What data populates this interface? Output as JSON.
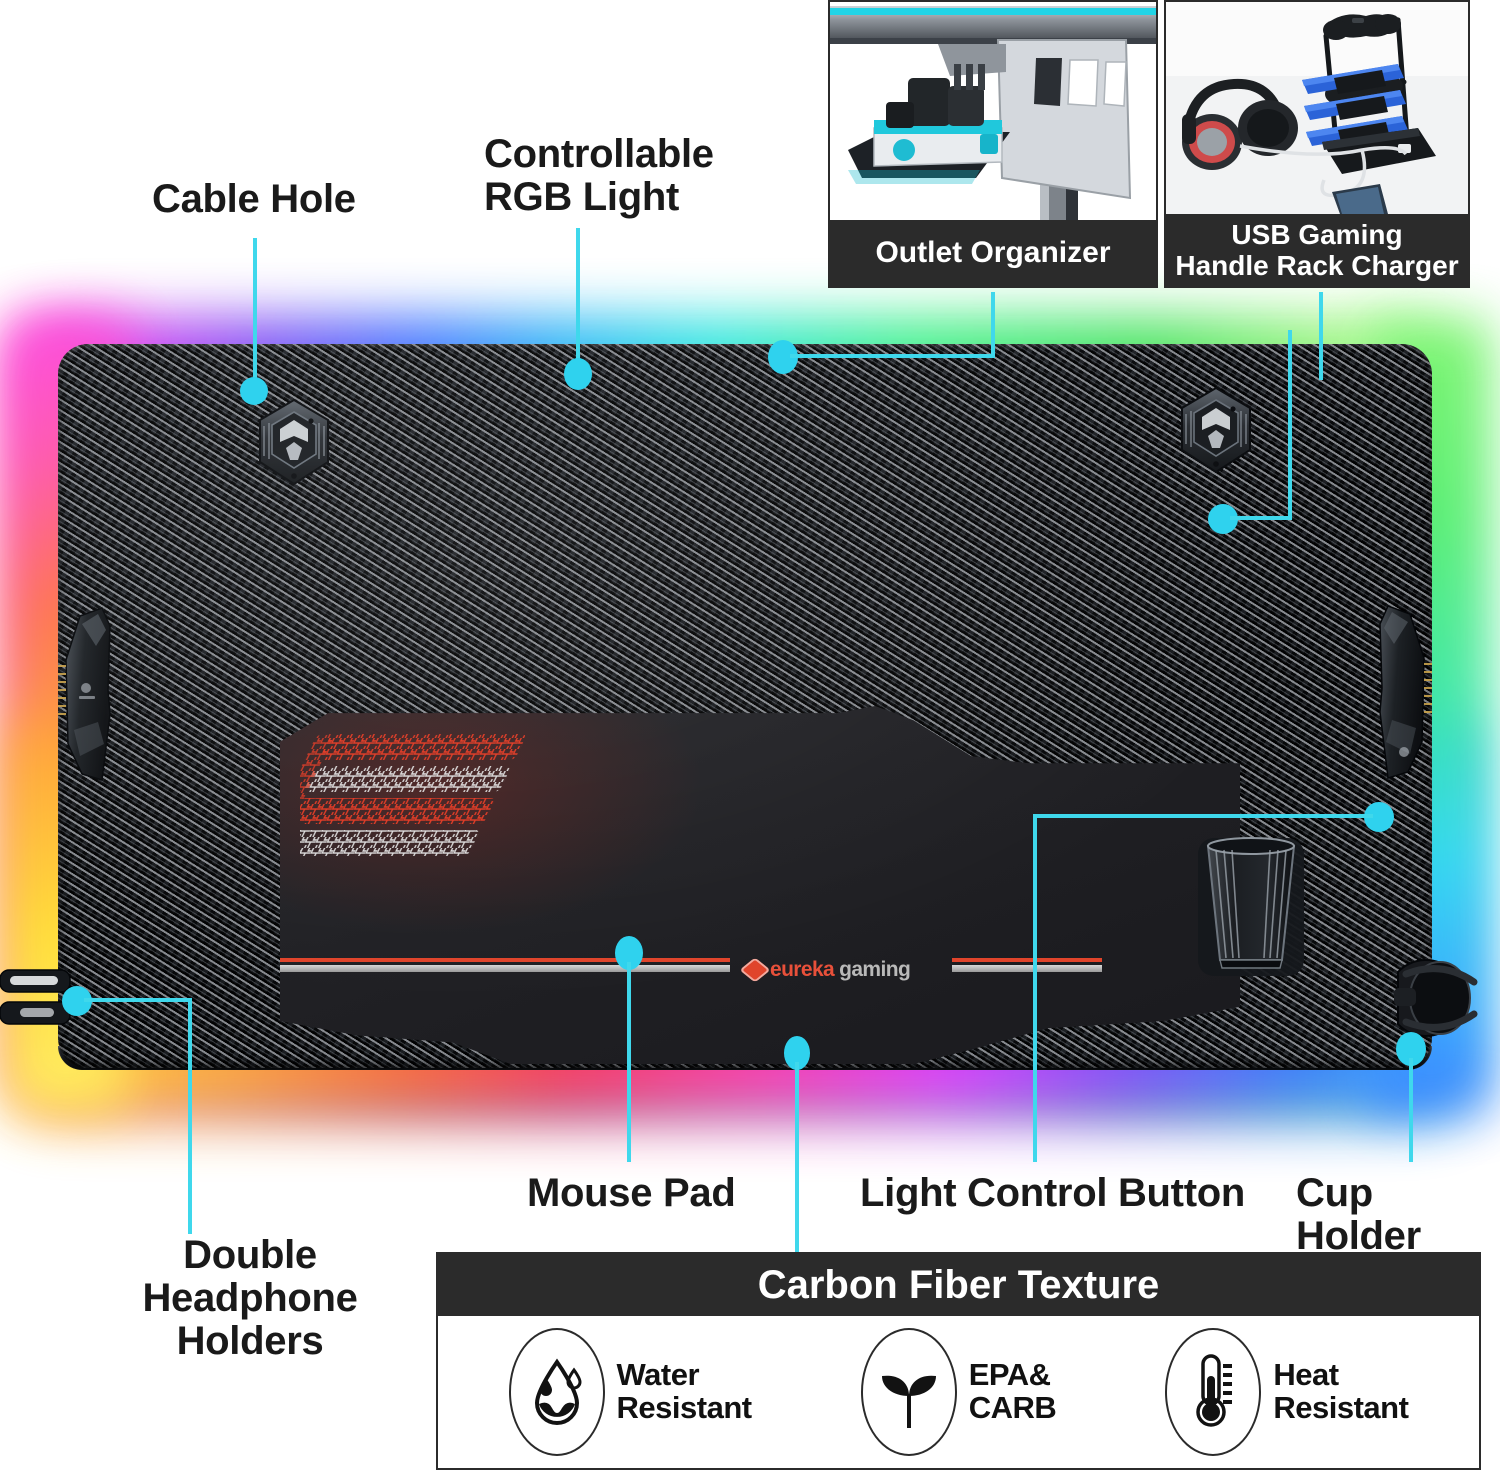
{
  "product": {
    "brand_logo": {
      "eureka": "eureka",
      "gaming": "gaming"
    }
  },
  "callouts": [
    {
      "id": "cable-hole",
      "label": "Cable Hole"
    },
    {
      "id": "controllable-rgb",
      "label": "Controllable\nRGB  Light"
    },
    {
      "id": "double-headphone",
      "label": "Double\nHeadphone Holders"
    },
    {
      "id": "mouse-pad",
      "label": "Mouse Pad"
    },
    {
      "id": "light-control",
      "label": "Light Control Button"
    },
    {
      "id": "cup-holder",
      "label": "Cup Holder"
    }
  ],
  "insets": [
    {
      "id": "outlet-organizer",
      "caption": "Outlet Organizer"
    },
    {
      "id": "usb-charger",
      "caption": "USB Gaming\nHandle Rack Charger"
    }
  ],
  "feature_panel": {
    "title": "Carbon  Fiber Texture",
    "items": [
      {
        "id": "water-resistant",
        "icon": "water-drop-icon",
        "label": "Water\nResistant"
      },
      {
        "id": "epa-carb",
        "icon": "leaf-sprout-icon",
        "label": "EPA&\nCARB"
      },
      {
        "id": "heat-resistant",
        "icon": "thermometer-icon",
        "label": "Heat\nResistant"
      }
    ]
  },
  "colors": {
    "callout_accent": "#2fd2ee",
    "panel_dark": "#2b2b2b",
    "logo_red": "#e8503a",
    "logo_gray": "#b9b9b9"
  }
}
